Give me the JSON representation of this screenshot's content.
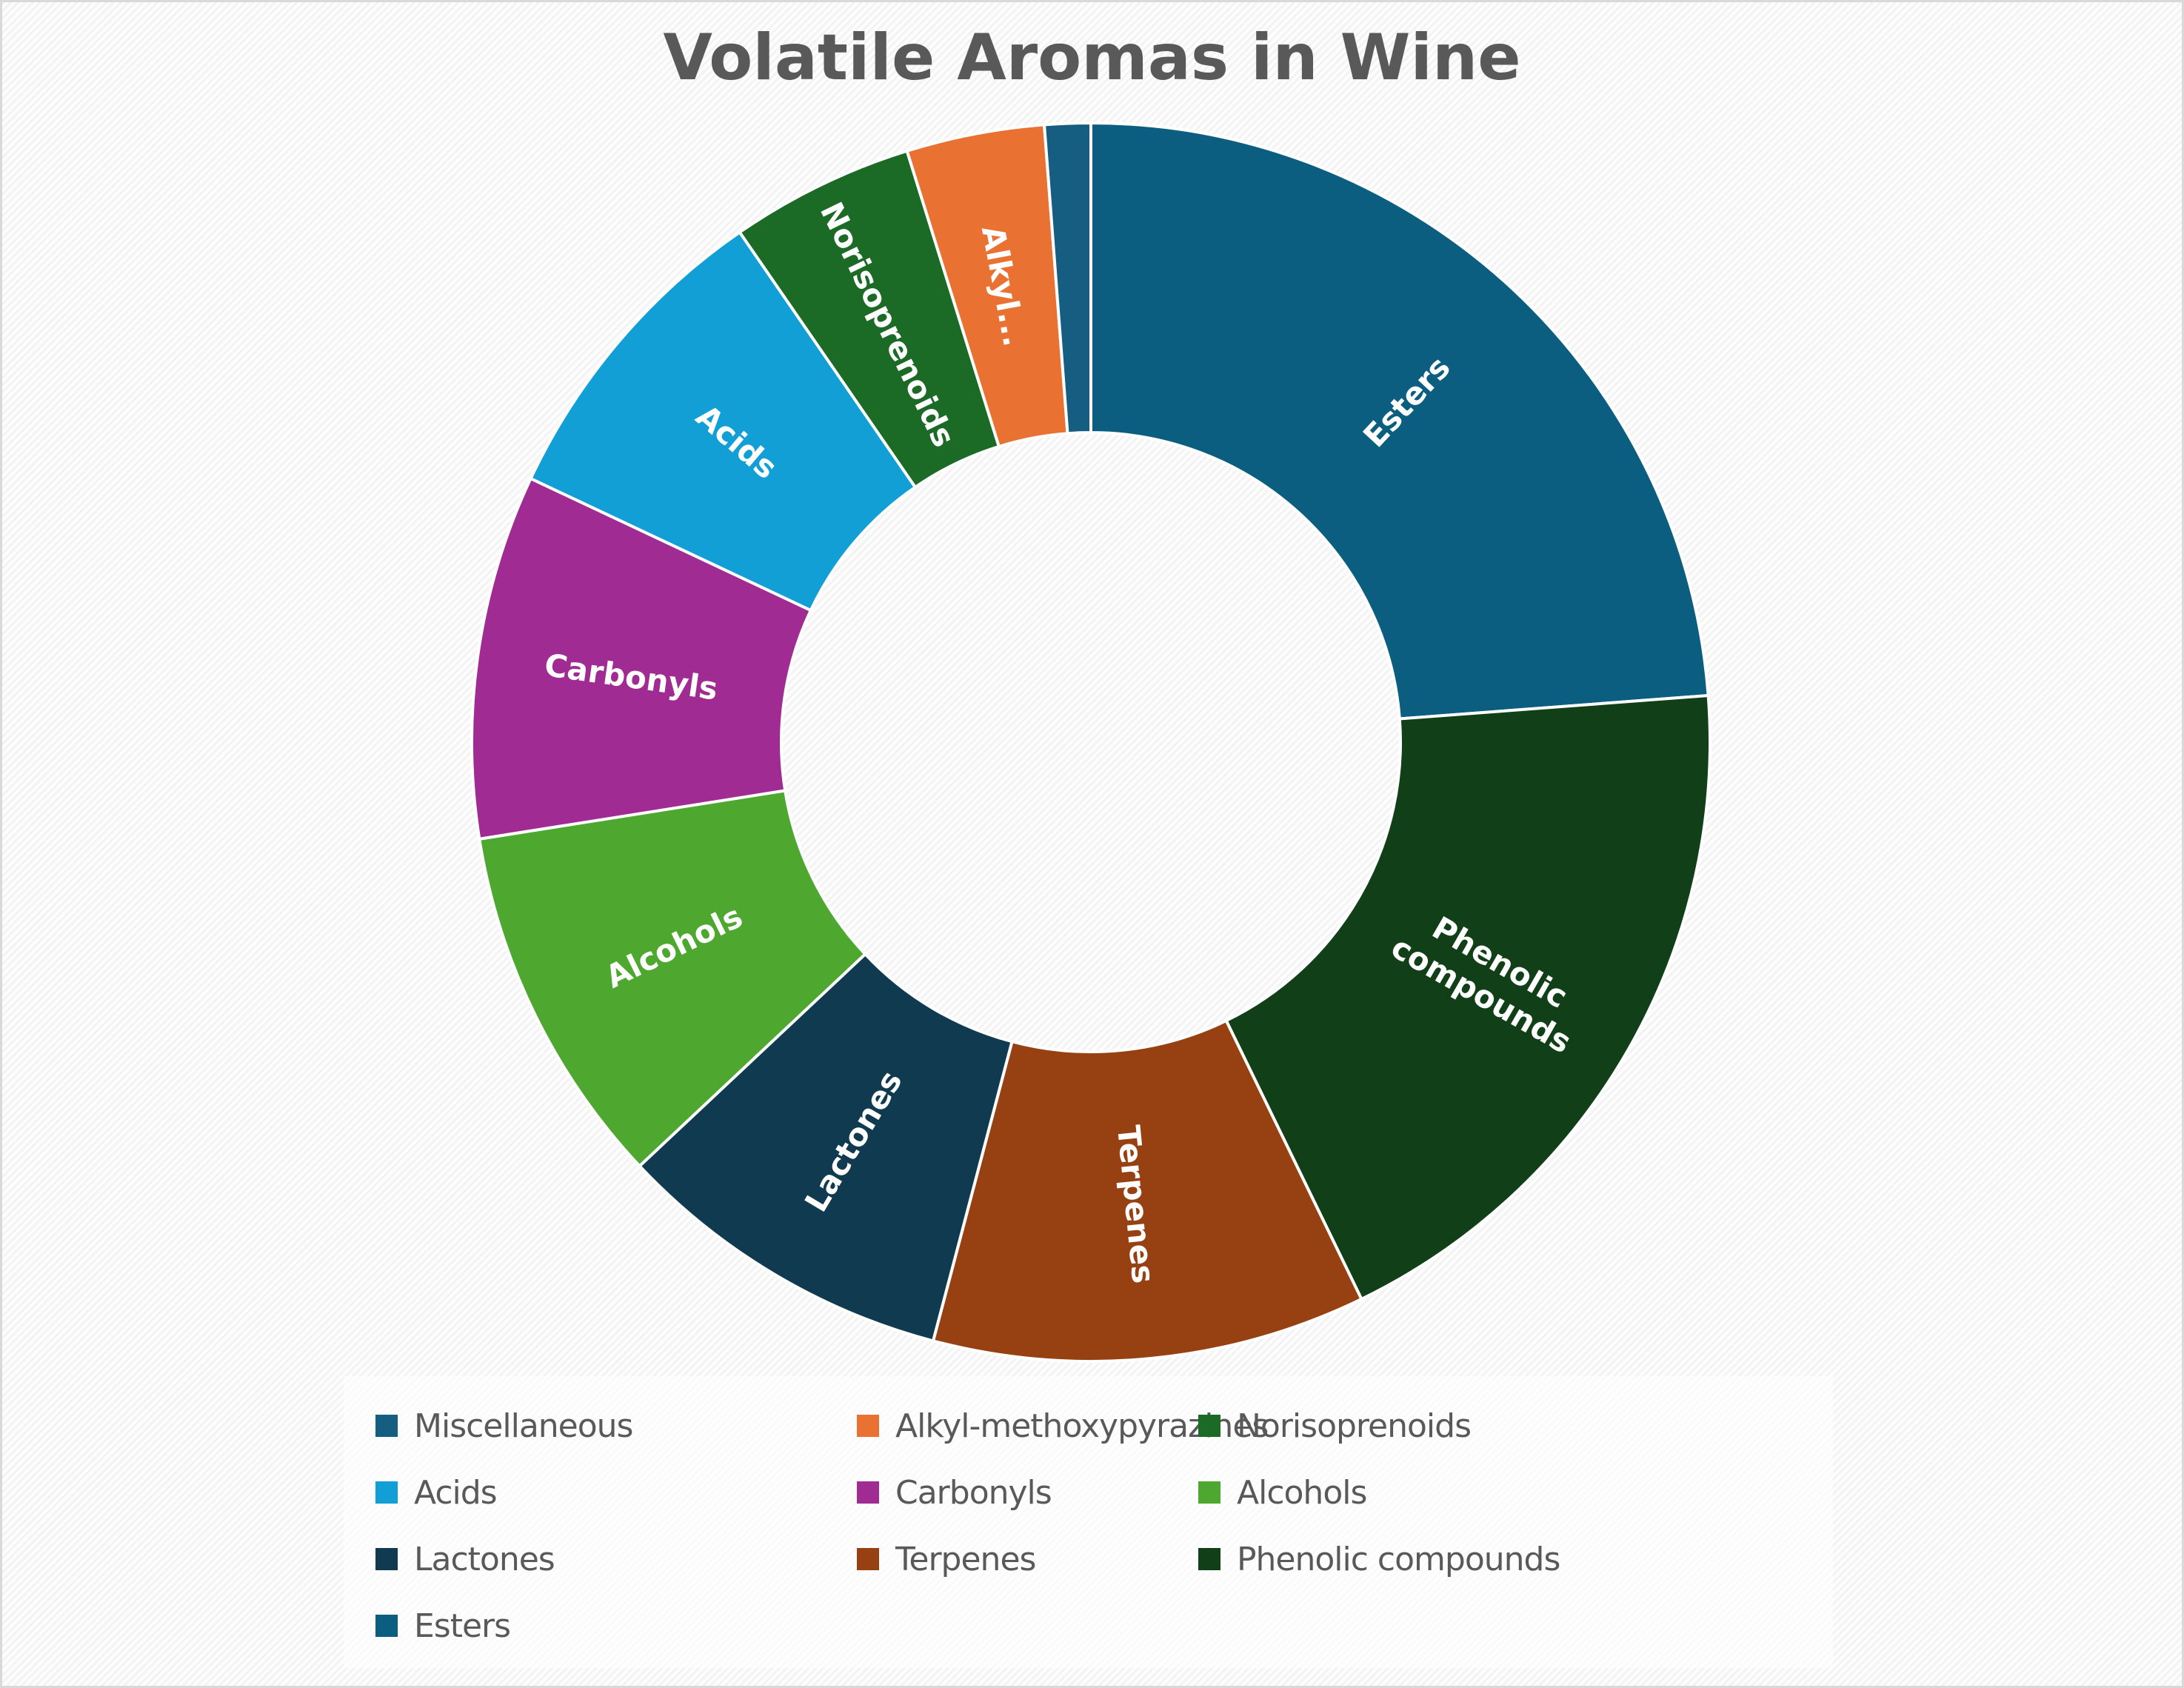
{
  "chart_data": {
    "type": "pie",
    "subtype": "doughnut",
    "title": "Volatile Aromas in Wine",
    "hole_ratio": 0.5,
    "start_angle_deg": 0,
    "direction": "clockwise",
    "slices_in_drawing_order": [
      {
        "name": "Esters",
        "label": "Esters",
        "value": 23.8,
        "color": "#0b5e80"
      },
      {
        "name": "Phenolic compounds",
        "label": "Phenolic compounds",
        "value": 19.0,
        "color": "#113f17"
      },
      {
        "name": "Terpenes",
        "label": "Terpenes",
        "value": 11.3,
        "color": "#974011"
      },
      {
        "name": "Lactones",
        "label": "Lactones",
        "value": 8.9,
        "color": "#0f3a4f"
      },
      {
        "name": "Alcohols",
        "label": "Alcohols",
        "value": 9.5,
        "color": "#4ea72e"
      },
      {
        "name": "Carbonyls",
        "label": "Carbonyls",
        "value": 9.5,
        "color": "#a02b93"
      },
      {
        "name": "Acids",
        "label": "Acids",
        "value": 8.4,
        "color": "#119fd6"
      },
      {
        "name": "Norisoprenoids",
        "label": "Norisoprenoids",
        "value": 4.8,
        "color": "#1b6b26"
      },
      {
        "name": "Alkyl-methoxypyrazines",
        "label": "Alkyl...",
        "value": 3.6,
        "color": "#e97132"
      },
      {
        "name": "Miscellaneous",
        "label": "",
        "value": 1.2,
        "color": "#155e82"
      }
    ],
    "value_unit": "approximate % of total (estimated from slice angles)",
    "legend_position": "bottom",
    "legend_entries": [
      "Miscellaneous",
      "Alkyl-methoxypyrazines",
      "Norisoprenoids",
      "Acids",
      "Carbonyls",
      "Alcohols",
      "Lactones",
      "Terpenes",
      "Phenolic compounds",
      "Esters"
    ]
  },
  "header": {
    "title": "Volatile Aromas in Wine"
  },
  "legend": {
    "items": [
      {
        "label": "Miscellaneous",
        "color": "#155e82"
      },
      {
        "label": "Alkyl-methoxypyrazines",
        "color": "#e97132"
      },
      {
        "label": "Norisoprenoids",
        "color": "#1b6b26"
      },
      {
        "label": "Acids",
        "color": "#119fd6"
      },
      {
        "label": "Carbonyls",
        "color": "#a02b93"
      },
      {
        "label": "Alcohols",
        "color": "#4ea72e"
      },
      {
        "label": "Lactones",
        "color": "#0f3a4f"
      },
      {
        "label": "Terpenes",
        "color": "#974011"
      },
      {
        "label": "Phenolic compounds",
        "color": "#113f17"
      },
      {
        "label": "Esters",
        "color": "#0b5e80"
      }
    ]
  },
  "colors": {
    "title_text": "#595959",
    "legend_text": "#595959",
    "slice_border": "#ffffff",
    "label_text": "#ffffff"
  }
}
